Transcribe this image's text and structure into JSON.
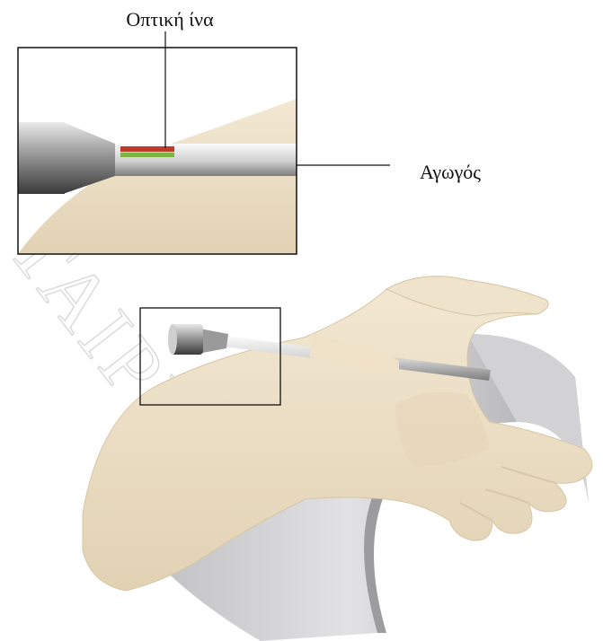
{
  "labels": {
    "fiber": "Οπτική ίνα",
    "conduit": "Αγωγός"
  },
  "watermark": {
    "text": "TAIPEIA"
  },
  "colors": {
    "skin": "#eee1c9",
    "skin_shadow": "#dccbab",
    "support": "#c9c9cb",
    "support_shadow": "#a8a8aa",
    "fiber_red": "#c0392b",
    "fiber_green": "#7cb342",
    "frame": "#111111"
  }
}
